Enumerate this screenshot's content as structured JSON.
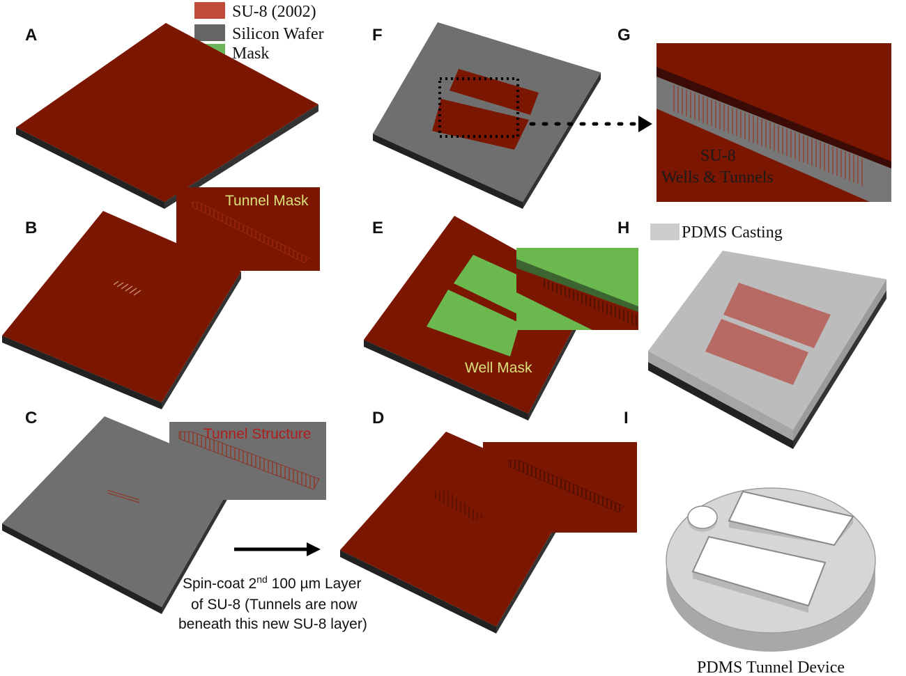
{
  "legend": {
    "items": [
      {
        "label": "SU-8 (2002)",
        "color": "#c24c3c"
      },
      {
        "label": "Silicon Wafer",
        "color": "#656565"
      },
      {
        "label": "Mask",
        "color": "#6db55a"
      }
    ]
  },
  "colors": {
    "su8": "#7b1600",
    "su8_dark": "#3a0c05",
    "wafer": "#6f6f6f",
    "wafer_dark": "#222222",
    "mask": "#6ab84e",
    "pdms": "#bcbcbc",
    "pdms_light": "#d0d0d0"
  },
  "panels": {
    "a": {
      "letter": "A"
    },
    "b": {
      "letter": "B",
      "inset_label": "Tunnel Mask"
    },
    "c": {
      "letter": "C",
      "inset_label": "Tunnel Structure"
    },
    "d": {
      "letter": "D"
    },
    "e": {
      "letter": "E",
      "inset_label": "Well Mask"
    },
    "f": {
      "letter": "F"
    },
    "g": {
      "letter": "G",
      "label_line1": "SU-8",
      "label_line2": "Wells & Tunnels"
    },
    "h": {
      "letter": "H",
      "legend_label": "PDMS Casting"
    },
    "i": {
      "letter": "I",
      "caption": "PDMS Tunnel Device"
    }
  },
  "step_caption": {
    "line1_pre": "Spin-coat 2",
    "line1_sup": "nd",
    "line1_post": " 100 µm Layer",
    "line2": "of SU-8  (Tunnels are now",
    "line3": "beneath this new SU-8 layer)"
  }
}
